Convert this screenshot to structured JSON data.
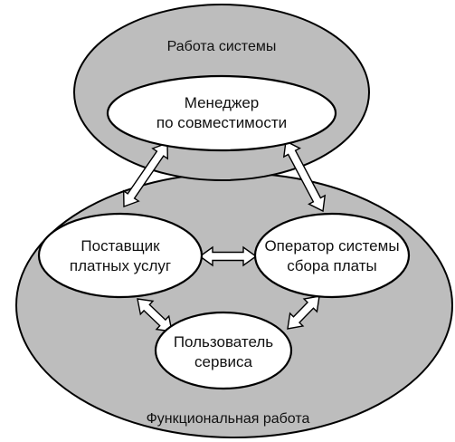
{
  "regions": {
    "system": {
      "label": "Работа системы"
    },
    "functional": {
      "label": "Функциональная работа"
    }
  },
  "nodes": {
    "manager": {
      "line1": "Менеджер",
      "line2": "по совместимости"
    },
    "provider": {
      "line1": "Поставщик",
      "line2": "платных услуг"
    },
    "operator": {
      "line1": "Оператор системы",
      "line2": "сбора платы"
    },
    "user": {
      "line1": "Пользователь",
      "line2": "сервиса"
    }
  },
  "connections": [
    {
      "from": "manager",
      "to": "provider",
      "type": "bidirectional"
    },
    {
      "from": "manager",
      "to": "operator",
      "type": "bidirectional"
    },
    {
      "from": "provider",
      "to": "operator",
      "type": "bidirectional"
    },
    {
      "from": "provider",
      "to": "user",
      "type": "bidirectional"
    },
    {
      "from": "operator",
      "to": "user",
      "type": "bidirectional"
    }
  ],
  "colors": {
    "region_fill": "#bdbdbd",
    "node_fill": "#ffffff",
    "stroke": "#000000"
  }
}
